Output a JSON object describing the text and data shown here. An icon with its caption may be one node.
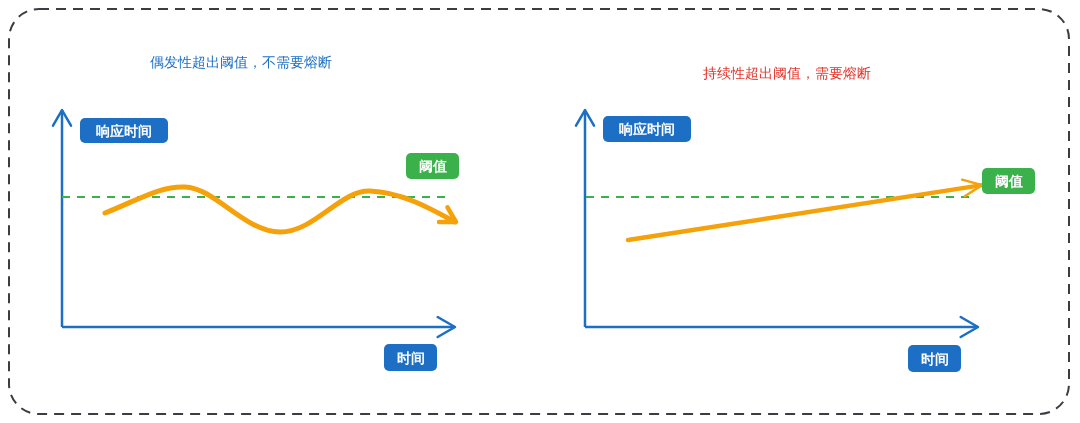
{
  "diagram": {
    "nodes": [
      {
        "text": [],
        "shape": "box"
      },
      {
        "text": [
          "响应时间"
        ],
        "in": 0
      },
      {
        "text": [
          "阈值"
        ],
        "in": 0
      },
      {
        "text": [
          "时间"
        ],
        "in": 0
      },
      {
        "text": [
          "响应时间"
        ],
        "in": 0
      },
      {
        "text": [
          "阈值"
        ],
        "in": 0
      },
      {
        "text": [
          "时间"
        ],
        "in": 0
      }
    ],
    "edges": [
      {
        "from": null,
        "to": 5,
        "arrow": "to"
      }
    ],
    "labels": [
      "偶发性超出阈值，不需要熔断",
      "持续性超出阈值，需要熔断"
    ]
  }
}
